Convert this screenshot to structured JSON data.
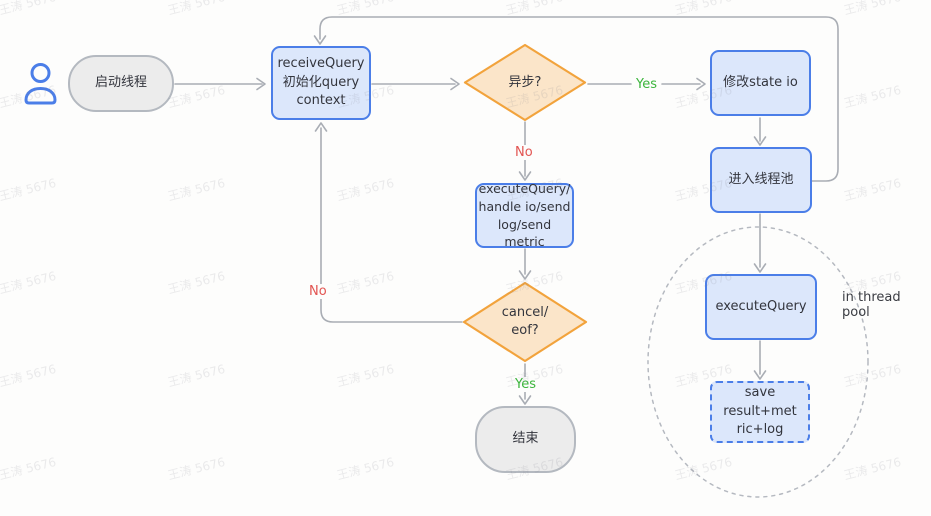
{
  "watermark": {
    "text": "王涛 5676"
  },
  "colors": {
    "process_fill": "#dce7fb",
    "process_border": "#4b7ee8",
    "decision_fill": "#fbe5c9",
    "decision_border": "#f2a33c",
    "terminal_fill": "#ececec",
    "terminal_border": "#b4b9c0",
    "arrow": "#a9adb4",
    "yes_label": "#3cb53c",
    "no_label": "#e25552",
    "person_icon": "#4b7ee8"
  },
  "nodes": {
    "start": "启动线程",
    "receive": "receiveQuery\n初始化query\ncontext",
    "async_q": "异步?",
    "modify_state": "修改state io",
    "enter_pool": "进入线程池",
    "execute_main": "executeQuery/\nhandle io/send\nlog/send metric",
    "cancel_q": "cancel/\neof?",
    "end": "结束",
    "execute_pool": "executeQuery",
    "save_result": "save result+met\nric+log",
    "pool_note": "in thread pool"
  },
  "edge_labels": {
    "async_yes": "Yes",
    "async_no": "No",
    "cancel_no": "No",
    "cancel_yes": "Yes"
  }
}
